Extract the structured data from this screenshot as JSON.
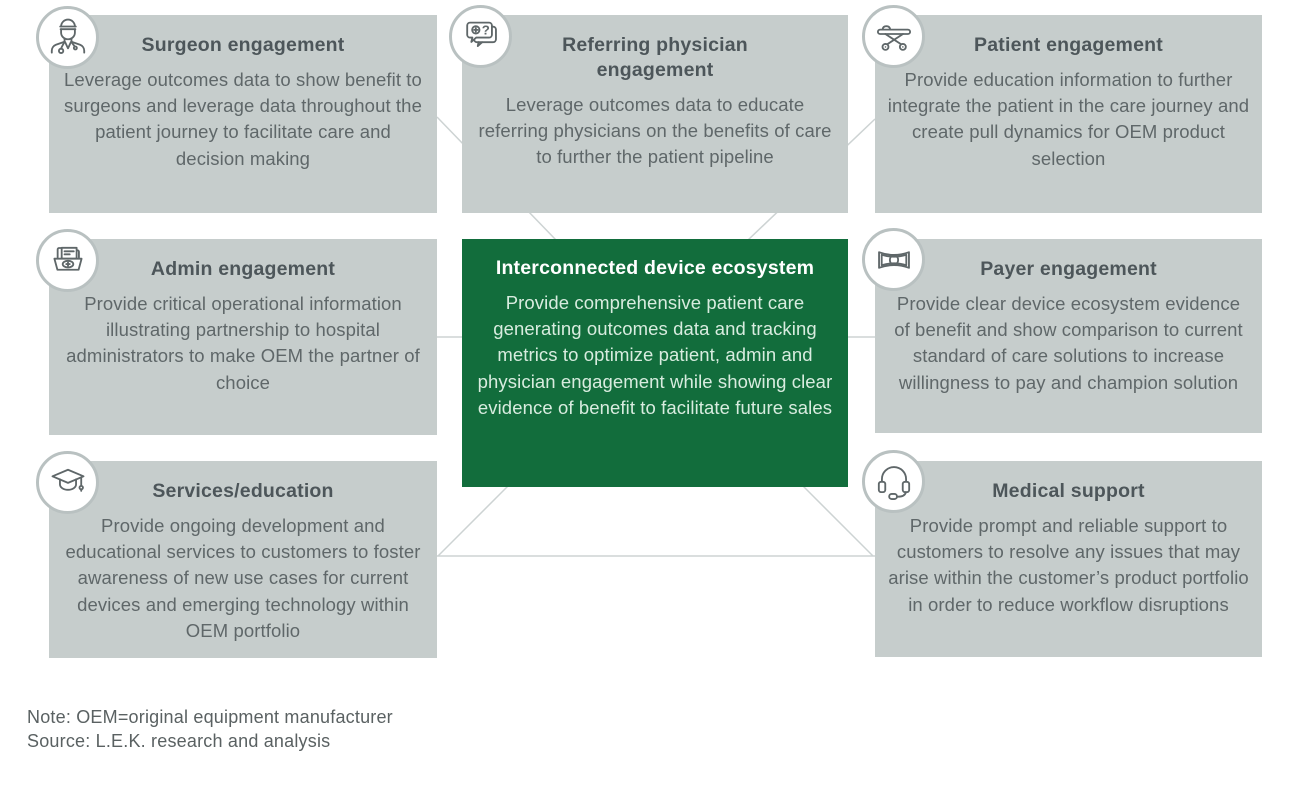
{
  "colors": {
    "card_bg": "#c6cdcc",
    "center_bg": "#126d3c",
    "title_text": "#4d565a",
    "body_text": "#5f6769",
    "center_title": "#ffffff",
    "center_body": "#d8ecdf",
    "connector": "#cdd3d3",
    "circle_border": "#b9c1c1",
    "icon_stroke": "#5f6769",
    "footer_text": "#5a6162"
  },
  "cards": [
    {
      "title": "Surgeon engagement",
      "body": "Leverage outcomes data to show benefit to surgeons and leverage data throughout the patient journey to facilitate care and decision making",
      "icon": "surgeon"
    },
    {
      "title": "Referring physician engagement",
      "body": "Leverage outcomes data to educate referring physicians on the benefits of care to further the patient pipeline",
      "icon": "speech-bubbles"
    },
    {
      "title": "Patient engagement",
      "body": "Provide education information to further integrate the patient in the care journey and create pull dynamics for OEM product selection",
      "icon": "stretcher"
    },
    {
      "title": "Admin engagement",
      "body": "Provide critical operational information illustrating partnership to hospital administrators to make OEM the partner of choice",
      "icon": "folder"
    },
    {
      "title": "Payer engagement",
      "body": "Provide clear device ecosystem evidence of benefit and show comparison to current standard of care solutions to increase willingness to pay and champion solution",
      "icon": "banknote"
    },
    {
      "title": "Services/education",
      "body": "Provide ongoing development and educational services to customers to foster awareness of new use cases for current devices and emerging technology within OEM portfolio",
      "icon": "graduation-cap"
    },
    {
      "title": "Medical support",
      "body": "Provide prompt and reliable support to customers to resolve any issues that may arise within the customer’s product portfolio in order to reduce workflow disruptions",
      "icon": "headset"
    }
  ],
  "center": {
    "title": "Interconnected device ecosystem",
    "body": "Provide comprehensive patient care generating outcomes data and tracking metrics to optimize patient, admin and physician engagement while showing clear evidence of benefit to facilitate future sales"
  },
  "icon_glyphs": {
    "question_mark": "?"
  },
  "footer": {
    "note": "Note: OEM=original equipment manufacturer",
    "source": "Source: L.E.K. research and analysis"
  }
}
